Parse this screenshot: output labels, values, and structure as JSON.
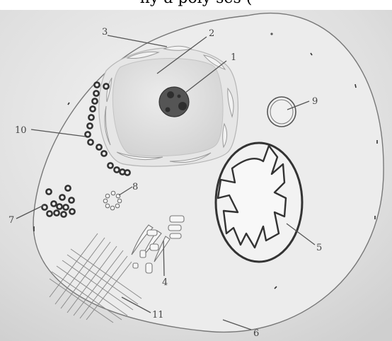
{
  "caption": "ny a poly ses (",
  "labels": {
    "l1": "1",
    "l2": "2",
    "l3": "3",
    "l4": "4",
    "l5": "5",
    "l6": "6",
    "l7": "7",
    "l8": "8",
    "l9": "9",
    "l10": "10",
    "l11": "11"
  },
  "colors": {
    "background": "#d9d9d9",
    "nucleus": "#dcdcdc",
    "nucleolus": "#555555",
    "outline": "#444444"
  }
}
